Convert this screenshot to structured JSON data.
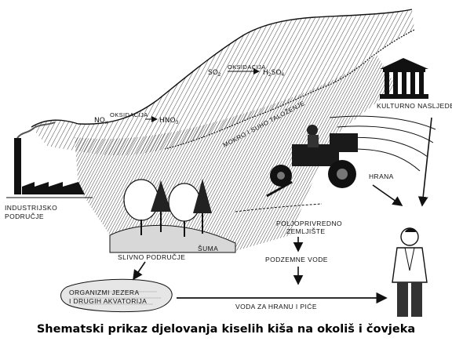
{
  "caption": "Shematski prikaz djelovanja kiselih kiša na okoliš i čovjeka",
  "labels": {
    "industrial_1": "INDUSTRIJSKO",
    "industrial_2": "PODRUČJE",
    "heritage": "KULTURNO NASLJEDE",
    "food": "HRANA",
    "deposition": "MOKRO I SUHO TALOŽENJE",
    "farmland_1": "POLJOPRIVREDNO",
    "farmland_2": "ZEMLJIŠTE",
    "groundwater": "PODZEMNE VODE",
    "catchment": "SLIVNO PODRUČJE",
    "forest": "ŠUMA",
    "lakes_1": "ORGANIZMI JEZERA",
    "lakes_2": "I DRUGIH AKVATORIJA",
    "water_use": "VODA ZA HRANU I PIĆE"
  },
  "chemistry": {
    "so2": "SO",
    "so2_sub": "2",
    "so2_process": "OKSIDACIJA",
    "h2so4_a": "H",
    "h2so4_sub1": "2",
    "h2so4_b": "SO",
    "h2so4_sub2": "4",
    "nox": "NO",
    "nox_sub": "x",
    "nox_process": "OKSIDACIJA",
    "hno3": "HNO",
    "hno3_sub": "3"
  }
}
